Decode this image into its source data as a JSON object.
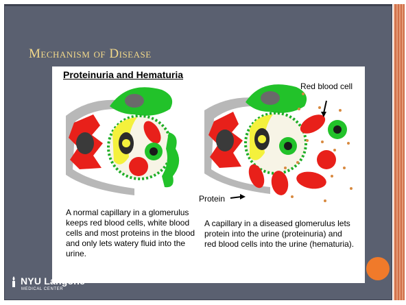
{
  "slide": {
    "title": "Mechanism of Disease",
    "figure": {
      "heading": "Proteinuria and Hematuria",
      "labels": {
        "red_blood_cell": "Red blood cell",
        "protein": "Protein"
      },
      "caption_normal": "A normal capillary in a glomerulus keeps red blood cells, white blood cells and most proteins in the blood and only lets watery fluid into the urine.",
      "caption_diseased": "A capillary in a diseased glomerulus lets protein into the urine (proteinuria) and red blood cells into the urine (hematuria)."
    },
    "logo": {
      "name": "NYU Langone",
      "subtitle": "MEDICAL CENTER"
    },
    "colors": {
      "background": "#5a6070",
      "title": "#f3d98a",
      "accent": "#f07a2a",
      "stripe": "#d9805a"
    }
  }
}
